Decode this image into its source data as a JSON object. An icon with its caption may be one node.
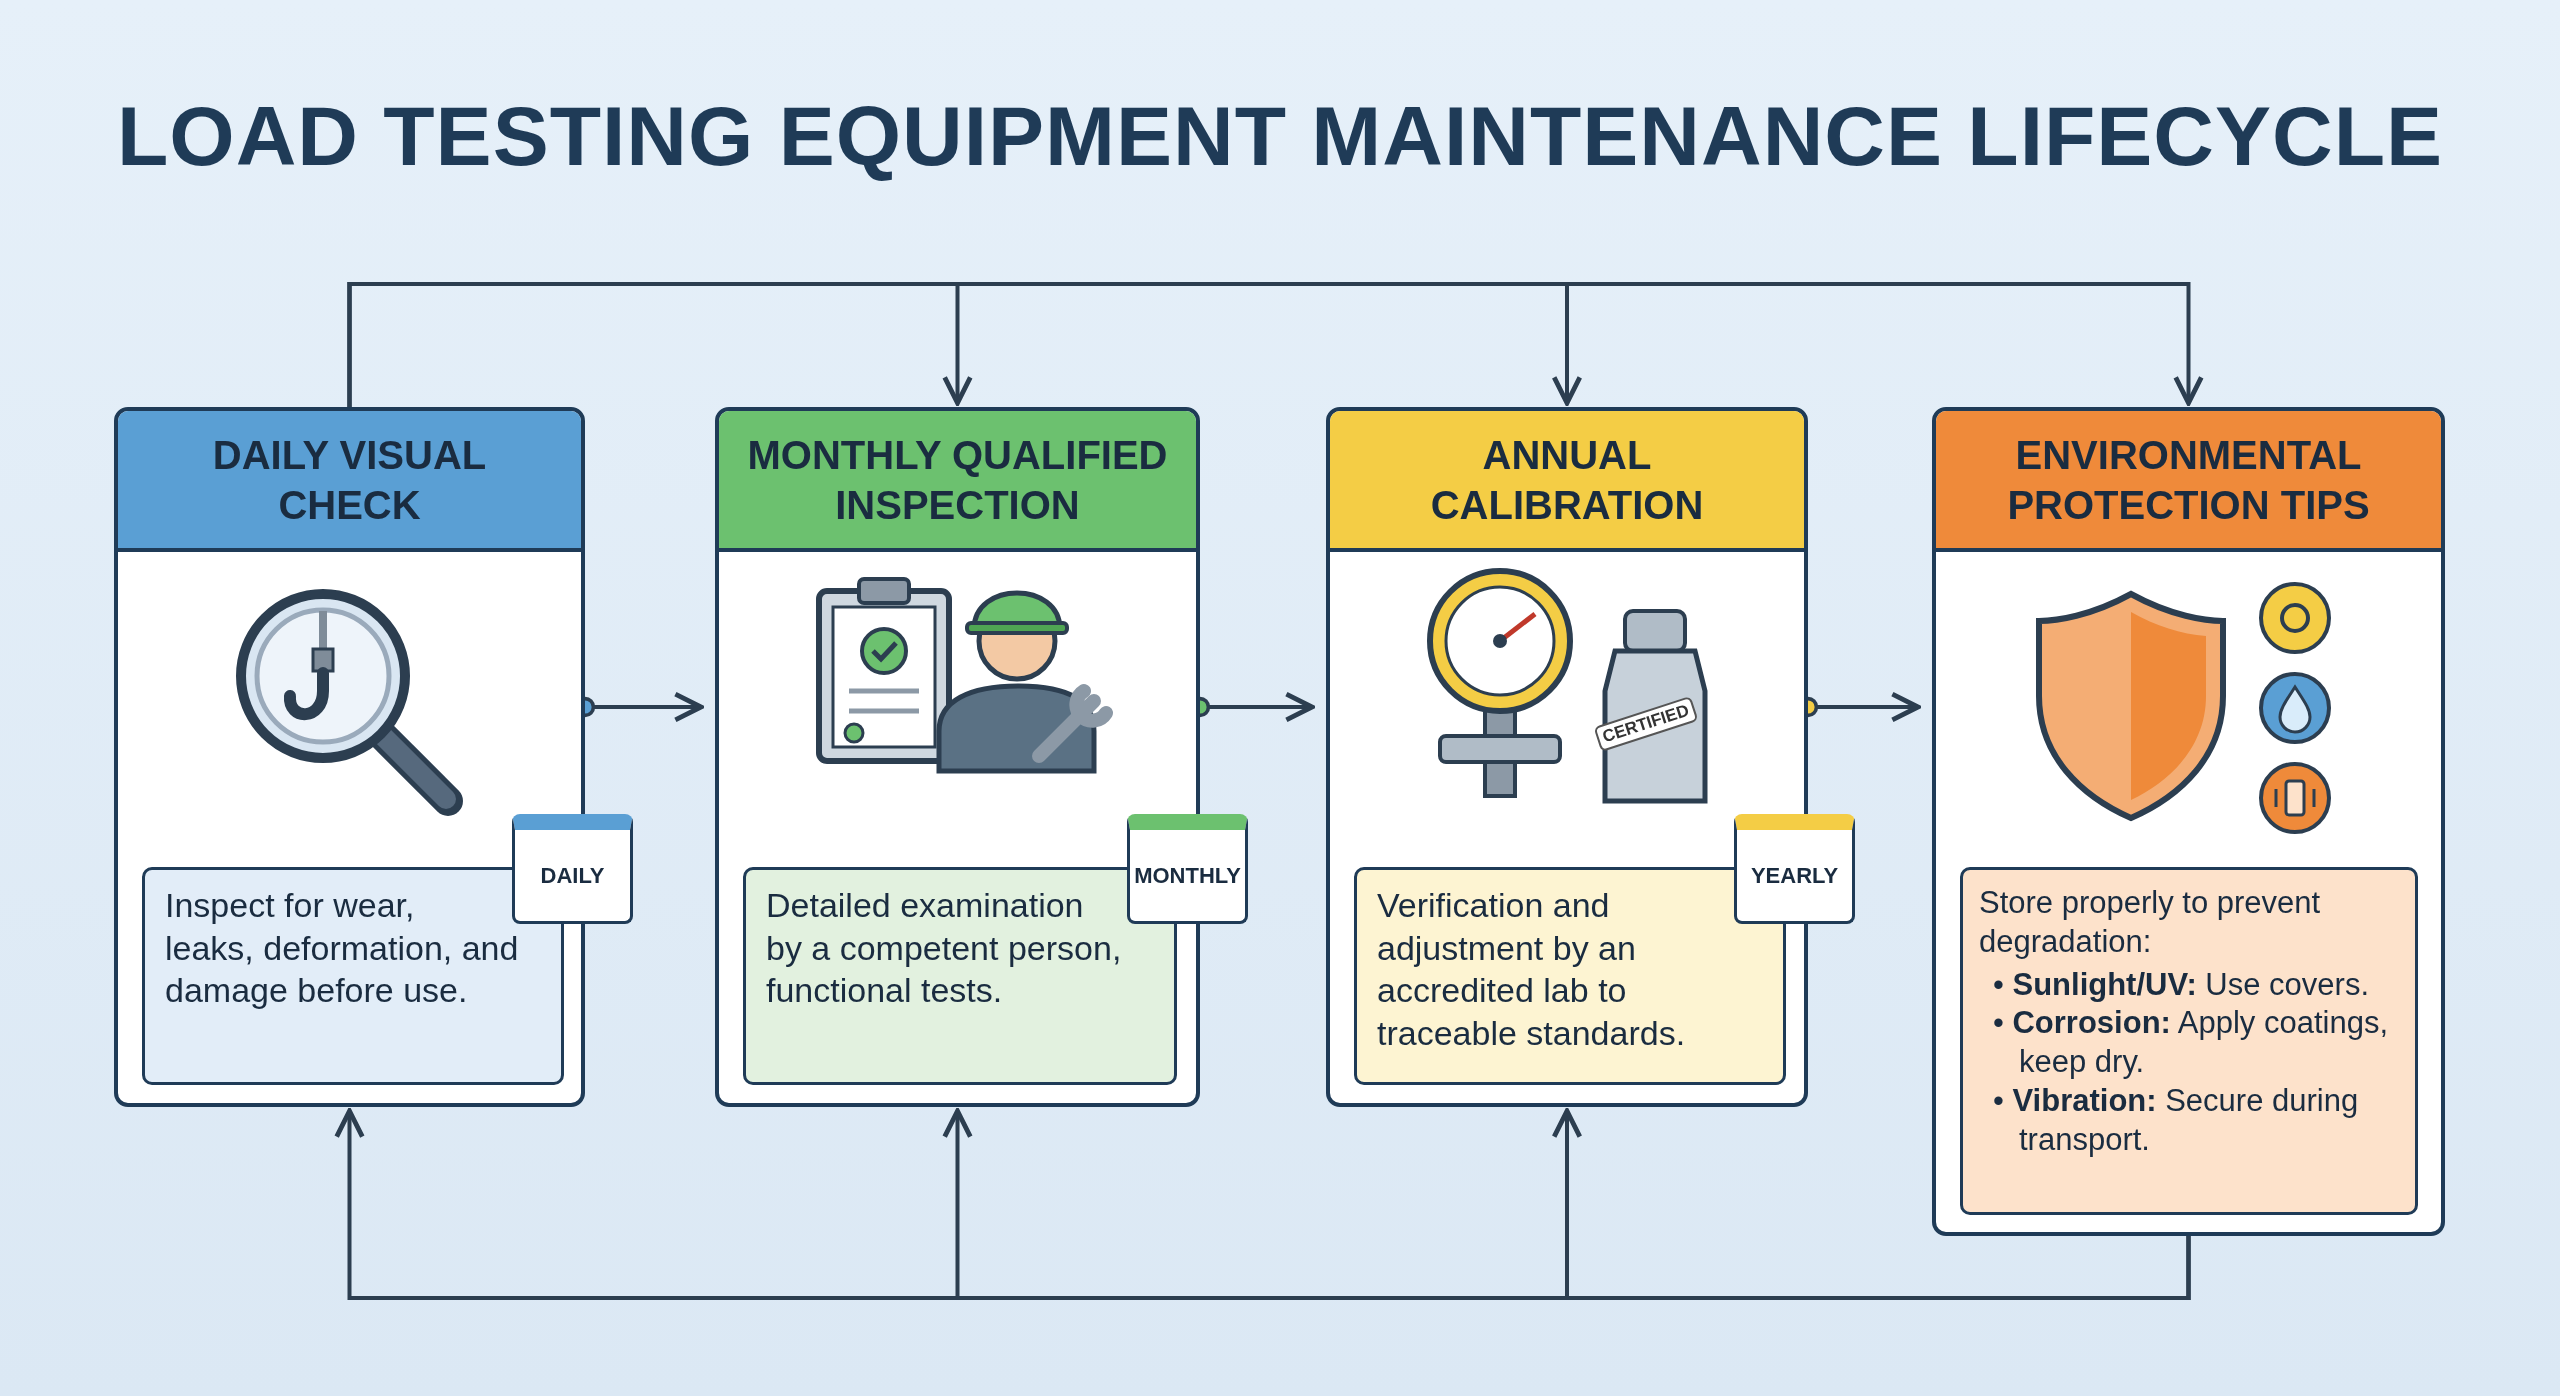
{
  "diagram": {
    "title": "LOAD TESTING EQUIPMENT MAINTENANCE LIFECYCLE",
    "nodes": [
      {
        "text": [
          "DAILY VISUAL CHECK"
        ]
      },
      {
        "text": [
          "Inspect for wear, leaks, deformation, and damage before use."
        ],
        "in": 0
      },
      {
        "text": [
          "DAILY"
        ],
        "in": 0
      },
      {
        "text": [
          "MONTHLY QUALIFIED INSPECTION"
        ]
      },
      {
        "text": [
          "Detailed examination by a competent person, functional tests."
        ],
        "in": 3
      },
      {
        "text": [
          "MONTHLY"
        ],
        "in": 3
      },
      {
        "text": [
          "ANNUAL CALIBRATION"
        ]
      },
      {
        "text": [
          "Verification and adjustment by an accredited lab to traceable standards."
        ],
        "in": 6
      },
      {
        "text": [
          "YEARLY"
        ],
        "in": 6
      },
      {
        "text": [
          "ENVIRONMENTAL PROTECTION TIPS"
        ]
      },
      {
        "text": [
          "Store properly to prevent degradation:",
          "• **Sunlight/UV:** Use covers.",
          "• **Corrosion:** Apply coatings, keep dry.",
          "• **Vibration:** Secure during transport."
        ],
        "in": 9
      }
    ],
    "edges": [
      {
        "from": 0,
        "to": 3,
        "arrow": "to"
      },
      {
        "from": 3,
        "to": 6,
        "arrow": "to"
      },
      {
        "from": 6,
        "to": 9,
        "arrow": "to"
      },
      {
        "from": 0,
        "to": 3,
        "arrow": "to"
      },
      {
        "from": 0,
        "to": 6,
        "arrow": "to"
      },
      {
        "from": 0,
        "to": 9,
        "arrow": "to"
      },
      {
        "from": 9,
        "to": 6,
        "arrow": "to"
      },
      {
        "from": 9,
        "to": 3,
        "arrow": "to"
      },
      {
        "from": 9,
        "to": 0,
        "arrow": "to"
      }
    ],
    "labels": [
      "CERTIFIED"
    ]
  }
}
